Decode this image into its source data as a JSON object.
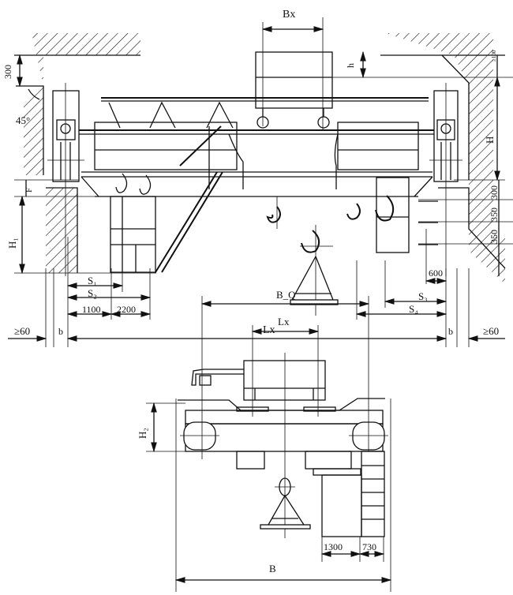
{
  "side_view": {
    "labels": {
      "bx": "Bx",
      "h": "h",
      "ge100": "≥100",
      "H": "H",
      "d300_top": "300",
      "angle45": "45°",
      "F": "F",
      "H1": "H₁",
      "d300_r": "300",
      "d350_r1": "350",
      "d350_r2": "350",
      "d600": "600",
      "S1": "S₁",
      "S2": "S₂",
      "d1100": "1100",
      "d2200": "2200",
      "S3": "S₃",
      "S4": "S₄",
      "Lx": "Lx",
      "b_left": "b",
      "b_right": "b",
      "ge60_left": "≥60",
      "ge60_right": "≥60"
    }
  },
  "end_view": {
    "labels": {
      "BQ": "B_Q",
      "Lx": "Lx",
      "H2": "H₂",
      "d1300": "1300",
      "d730": "730",
      "B": "B"
    }
  }
}
